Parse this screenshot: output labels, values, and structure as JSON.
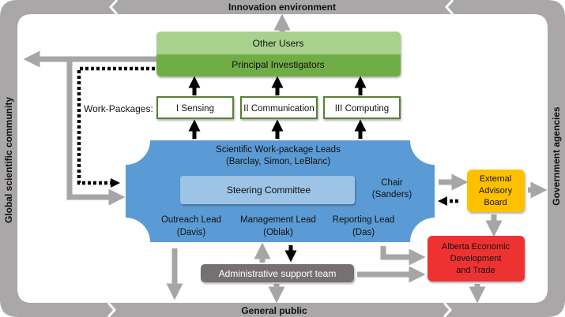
{
  "frame": {
    "top_label": "Innovation environment",
    "bottom_label": "General public",
    "left_label": "Global scientific community",
    "right_label": "Government agencies"
  },
  "users_box": {
    "top_label": "Other Users",
    "bottom_label": "Principal Investigators"
  },
  "work_packages": {
    "label": "Work-Packages:",
    "items": [
      "I Sensing",
      "II Communication",
      "III Computing"
    ]
  },
  "leadership": {
    "title_line1": "Scientific Work-package Leads",
    "title_line2": "(Barclay, Simon, LeBlanc)",
    "steering_committee": "Steering Committee",
    "chair_line1": "Chair",
    "chair_line2": "(Sanders)",
    "leads": [
      {
        "role": "Outreach Lead",
        "name": "(Davis)"
      },
      {
        "role": "Management Lead",
        "name": "(Oblak)"
      },
      {
        "role": "Reporting Lead",
        "name": "(Das)"
      }
    ]
  },
  "admin_team": "Administrative support team",
  "external_board": [
    "External",
    "Advisory",
    "Board"
  ],
  "alberta": [
    "Alberta Economic",
    "Development",
    "and Trade"
  ],
  "colors": {
    "frame_gray": "#a9a7a8",
    "arrow_gray": "#a6a6a6",
    "light_green": "#a9d18e",
    "dark_green": "#70ad47",
    "wp_border": "#548235",
    "blue": "#5b9bd5",
    "light_blue": "#9dc3e6",
    "admin_gray": "#767171",
    "yellow": "#ffc000",
    "red": "#ee3131"
  }
}
